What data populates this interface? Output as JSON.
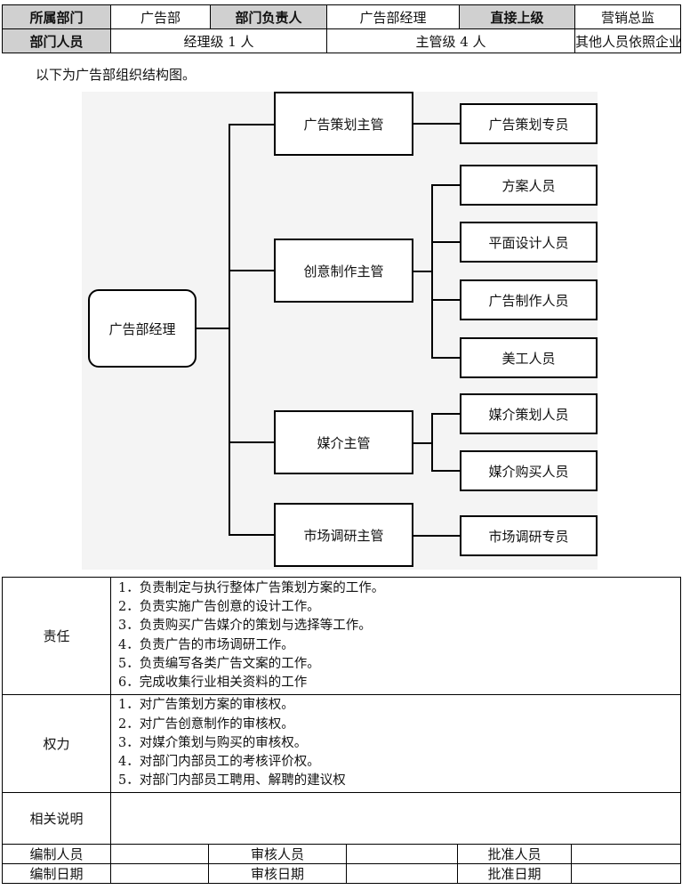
{
  "header_table": {
    "row1": {
      "dept_label": "所属部门",
      "dept_value": "广告部",
      "head_label": "部门负责人",
      "head_value": "广告部经理",
      "superior_label": "直接上级",
      "superior_value": "营销总监"
    },
    "row2": {
      "staff_label": "部门人员",
      "manager_count": "经理级 1 人",
      "supervisor_count": "主管级 4 人",
      "others": "其他人员依照企业情况编制"
    }
  },
  "intro_text": "以下为广告部组织结构图。",
  "org_chart": {
    "root": "广告部经理",
    "supervisors": [
      {
        "name": "广告策划主管",
        "staff": [
          "广告策划专员"
        ]
      },
      {
        "name": "创意制作主管",
        "staff": [
          "方案人员",
          "平面设计人员",
          "广告制作人员",
          "美工人员"
        ]
      },
      {
        "name": "媒介主管",
        "staff": [
          "媒介策划人员",
          "媒介购买人员"
        ]
      },
      {
        "name": "市场调研主管",
        "staff": [
          "市场调研专员"
        ]
      }
    ]
  },
  "responsibility": {
    "label": "责任",
    "items": [
      "1．负责制定与执行整体广告策划方案的工作。",
      "2．负责实施广告创意的设计工作。",
      "3．负责购买广告媒介的策划与选择等工作。",
      "4．负责广告的市场调研工作。",
      "5．负责编写各类广告文案的工作。",
      "6．完成收集行业相关资料的工作"
    ]
  },
  "authority": {
    "label": "权力",
    "items": [
      "1．对广告策划方案的审核权。",
      "2．对广告创意制作的审核权。",
      "3．对媒介策划与购买的审核权。",
      "4．对部门内部员工的考核评价权。",
      "5．对部门内部员工聘用、解聘的建议权"
    ]
  },
  "notes": {
    "label": "相关说明",
    "value": ""
  },
  "footer": {
    "row1": {
      "prepared_by": "编制人员",
      "reviewed_by": "审核人员",
      "approved_by": "批准人员"
    },
    "row2": {
      "prepared_date": "编制日期",
      "reviewed_date": "审核日期",
      "approved_date": "批准日期"
    }
  }
}
